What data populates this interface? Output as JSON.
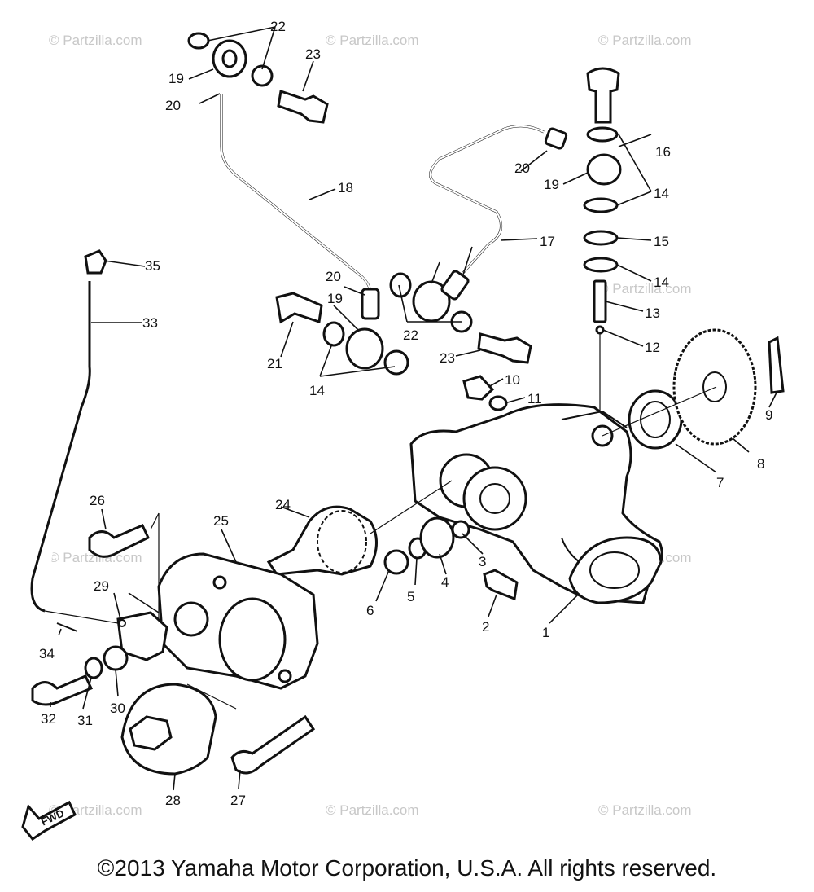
{
  "watermark": "© Partzilla.com",
  "fwd_label": "FWD",
  "copyright": "©2013 Yamaha Motor Corporation, U.S.A. All rights reserved.",
  "callouts": [
    "1",
    "2",
    "3",
    "4",
    "5",
    "6",
    "7",
    "8",
    "9",
    "10",
    "11",
    "12",
    "13",
    "14",
    "14",
    "14",
    "15",
    "16",
    "17",
    "18",
    "19",
    "19",
    "19",
    "20",
    "20",
    "20",
    "21",
    "22",
    "22",
    "23",
    "23",
    "24",
    "25",
    "26",
    "27",
    "28",
    "29",
    "30",
    "31",
    "32",
    "33",
    "34",
    "35"
  ]
}
